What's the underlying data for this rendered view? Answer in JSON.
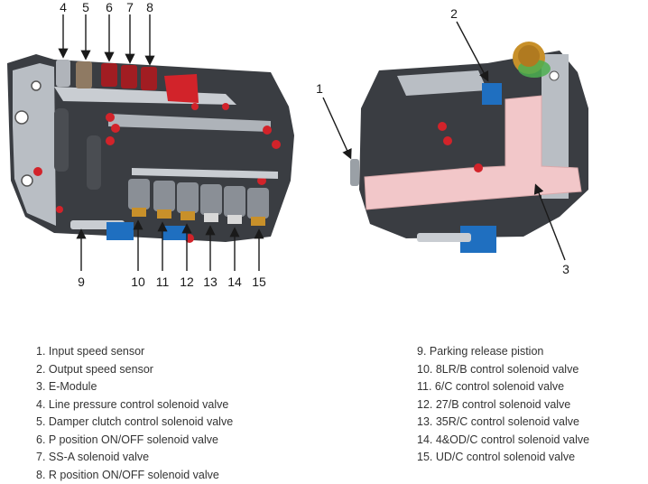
{
  "callouts": {
    "c1": "1",
    "c2": "2",
    "c3": "3",
    "c4": "4",
    "c5": "5",
    "c6": "6",
    "c7": "7",
    "c8": "8",
    "c9": "9",
    "c10": "10",
    "c11": "11",
    "c12": "12",
    "c13": "13",
    "c14": "14",
    "c15": "15"
  },
  "legend": {
    "left": [
      "1. Input speed sensor",
      "2. Output speed sensor",
      "3. E-Module",
      "4. Line pressure control solenoid valve",
      "5. Damper clutch control solenoid valve",
      "6. P position ON/OFF solenoid valve",
      "7. SS-A solenoid valve",
      "8. R position ON/OFF solenoid valve"
    ],
    "right": [
      "9. Parking release pistion",
      "10. 8LR/B control solenoid valve",
      "11. 6/C control solenoid valve",
      "12. 27/B control solenoid valve",
      "13. 35R/C control solenoid valve",
      "14. 4&OD/C control solenoid valve",
      "15. UD/C control solenoid valve"
    ]
  },
  "colors": {
    "body": "#3a3d42",
    "plate": "#b9bec4",
    "red": "#d2232a",
    "pink": "#f2c7c9",
    "blue": "#1f6fc0",
    "brass": "#c8902a",
    "gray_solenoid": "#8a8f96"
  }
}
